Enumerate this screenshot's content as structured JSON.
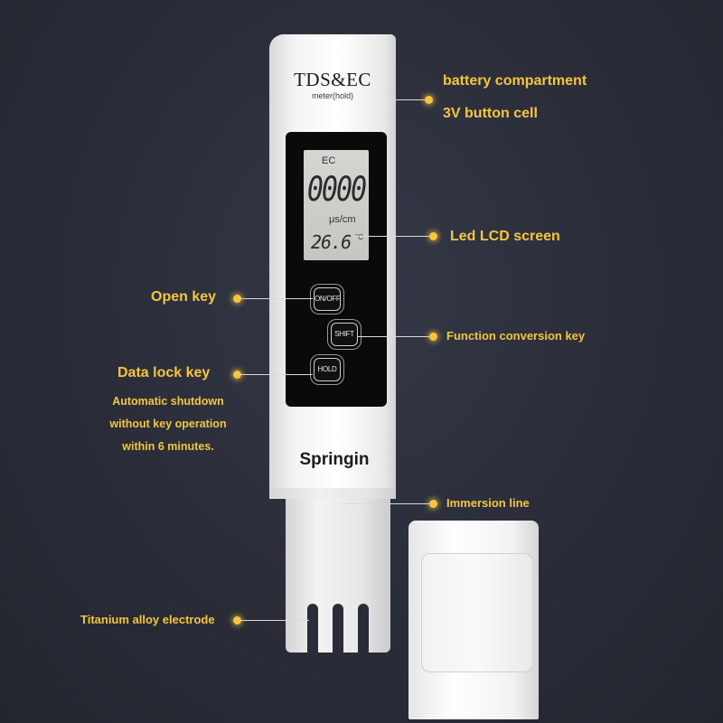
{
  "meter": {
    "title": "TDS&EC",
    "subtitle": "meter(hold)",
    "lcd_mode": "EC",
    "lcd_value": "0000",
    "lcd_unit": "μs/cm",
    "lcd_temperature": "26.6",
    "lcd_temperature_unit": "°C",
    "keys": {
      "power": "ON/OFF",
      "shift": "SHIFT",
      "hold": "HOLD"
    },
    "brand": "Springin"
  },
  "annotations": {
    "battery_line1": "battery compartment",
    "battery_line2": "3V button cell",
    "lcd_screen": "Led LCD screen",
    "open_key": "Open key",
    "function_key": "Function conversion key",
    "data_lock_key": "Data lock key",
    "shutdown_line1": "Automatic shutdown",
    "shutdown_line2": "without key operation",
    "shutdown_line3": "within 6 minutes.",
    "immersion_line": "Immersion line",
    "electrode": "Titanium alloy electrode"
  },
  "colors": {
    "background": "#2a2d38",
    "label_accent": "#f5c542",
    "meter_body": "#f2f2f2",
    "lcd": "#c8cac6"
  }
}
